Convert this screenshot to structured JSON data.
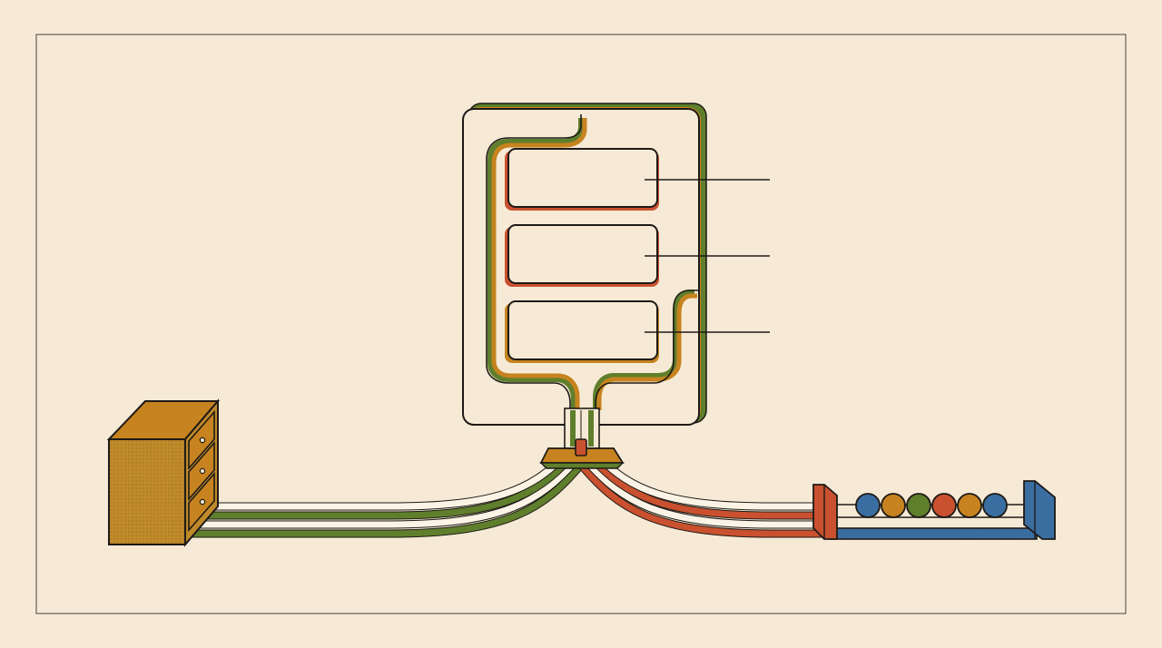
{
  "colors": {
    "background": "#f6ead6",
    "ink": "#1e1a16",
    "green": "#5f7f2c",
    "orange": "#c6831f",
    "red": "#c9512f",
    "blue": "#3a6ea1",
    "wood": "#c08a2a",
    "wood_dark": "#8e6418"
  },
  "diagram": {
    "panel": {
      "slots": [
        {
          "label": ""
        },
        {
          "label": ""
        },
        {
          "label": ""
        }
      ]
    },
    "left_cabinet": {
      "drawers": 3
    },
    "abacus": {
      "beads": [
        "blue",
        "orange",
        "green",
        "red",
        "orange",
        "blue"
      ]
    }
  }
}
